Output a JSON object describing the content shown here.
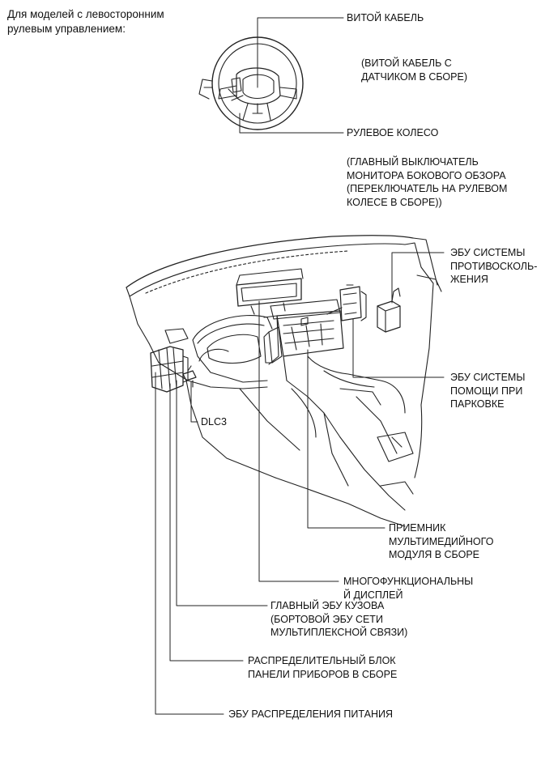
{
  "heading": {
    "line1": "Для моделей с левосторонним",
    "line2": "рулевым управлением:"
  },
  "labels": {
    "spiral_cable": "ВИТОЙ КАБЕЛЬ",
    "spiral_cable_note": {
      "line1": "(ВИТОЙ КАБЕЛЬ С",
      "line2": "ДАТЧИКОМ В СБОРЕ)"
    },
    "steering_wheel": "РУЛЕВОЕ КОЛЕСО",
    "side_monitor_switch": {
      "line1": "(ГЛАВНЫЙ ВЫКЛЮЧАТЕЛЬ",
      "line2": "МОНИТОРА БОКОВОГО ОБЗОРА",
      "line3": "(ПЕРЕКЛЮЧАТЕЛЬ НА РУЛЕВОМ",
      "line4": "КОЛЕСЕ В СБОРЕ))"
    },
    "pre_collision_ecu": {
      "line1": "ЭБУ СИСТЕМЫ",
      "line2": "ПРОТИВОСКОЛЬ-",
      "line3": "ЖЕНИЯ"
    },
    "parking_assist_ecu": {
      "line1": "ЭБУ СИСТЕМЫ",
      "line2": "ПОМОЩИ ПРИ",
      "line3": "ПАРКОВКЕ"
    },
    "dlc3": "DLC3",
    "multimedia_receiver": {
      "line1": "ПРИЕМНИК",
      "line2": "МУЛЬТИМЕДИЙНОГО",
      "line3": "МОДУЛЯ В СБОРЕ"
    },
    "multi_display": {
      "line1": "МНОГОФУНКЦИОНАЛЬНЫ",
      "line2": "Й ДИСПЛЕЙ"
    },
    "main_body_ecu": {
      "line1": "ГЛАВНЫЙ ЭБУ КУЗОВА",
      "line2": "(БОРТОВОЙ ЭБУ СЕТИ",
      "line3": "МУЛЬТИПЛЕКСНОЙ СВЯЗИ)"
    },
    "junction_block": {
      "line1": "РАСПРЕДЕЛИТЕЛЬНЫЙ БЛОК",
      "line2": "ПАНЕЛИ ПРИБОРОВ В СБОРЕ"
    },
    "power_distribution_ecu": "ЭБУ РАСПРЕДЕЛЕНИЯ ПИТАНИЯ"
  }
}
